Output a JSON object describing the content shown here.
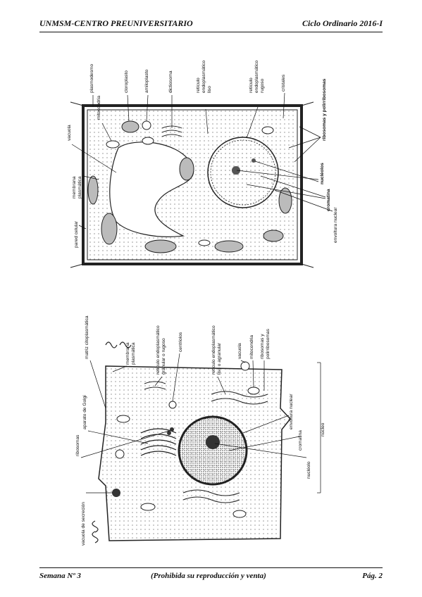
{
  "header": {
    "left": "UNMSM-CENTRO PREUNIVERSITARIO",
    "right": "Ciclo Ordinario 2016-I"
  },
  "footer": {
    "left": "Semana Nº 3",
    "center": "(Prohibida su reproducción y venta)",
    "right": "Pág. 2"
  },
  "plant_cell_labels": {
    "mitocondria": "mitocondria",
    "plasmodesmo": "plasmodesmo",
    "cloroplasto": "cloroplasto",
    "amiloplasto": "amiloplasto",
    "dictiosoma": "dictiosoma",
    "rel_1": "retículo",
    "rel_2": "endoplasmático",
    "rel_3": "liso",
    "rer_1": "retículo",
    "rer_2": "endoplasmático",
    "rer_3": "rugoso",
    "cristales": "cristales",
    "ribosomas": "ribosomas y polirribosomas",
    "vacuola": "vacuola",
    "membrana_1": "membrana",
    "membrana_2": "plasmática",
    "pared": "pared celular",
    "nucleolos": "nucléolos",
    "cromatina": "cromatina",
    "envoltura": "envoltura nuclear"
  },
  "animal_cell_labels": {
    "matriz": "matriz citoplasmática",
    "membrana_1": "membrana",
    "membrana_2": "plasmática",
    "rer_1": "retículo endoplasmático",
    "rer_2": "granular o rugoso",
    "centriolos": "centriolos",
    "rel_1": "retículo endoplasmático",
    "rel_2": "liso o agranular",
    "vacuola": "vacuola",
    "mitocondria": "mitocondria",
    "ribosomas_1": "ribosomas y",
    "ribosomas_2": "polirribosomas",
    "ribosomas_l": "ribosomas",
    "golgi": "aparato de Golgi",
    "secrecion": "vacuola de secreción",
    "nucleolo": "nucléolo",
    "cromatina": "cromatina",
    "envoltura": "envoltura nuclear",
    "nucleo": "núcleo"
  }
}
